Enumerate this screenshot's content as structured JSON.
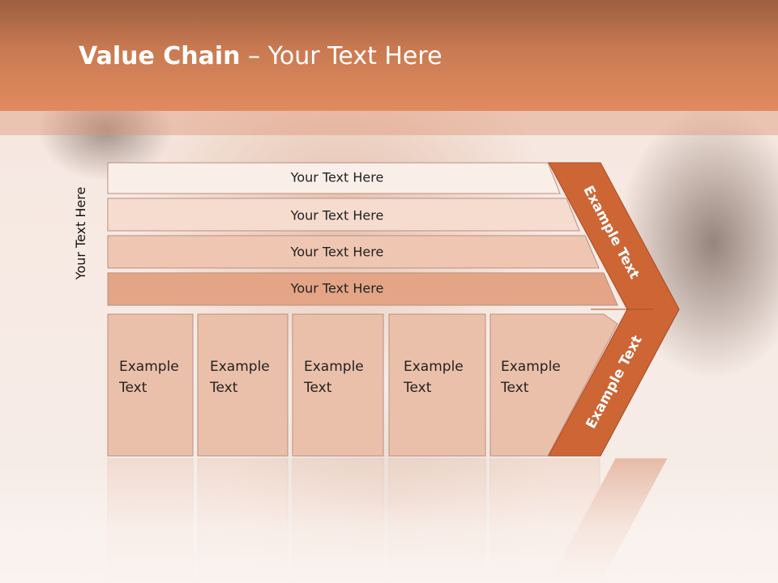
{
  "slide": {
    "title_bold": "Value Chain",
    "title_rest": " – Your Text Here",
    "side_label": "Your Text Here"
  },
  "bars": [
    {
      "label": "Your Text Here"
    },
    {
      "label": "Your Text Here"
    },
    {
      "label": "Your Text Here"
    },
    {
      "label": "Your Text Here"
    }
  ],
  "boxes": [
    {
      "line1": "Example",
      "line2": "Text"
    },
    {
      "line1": "Example",
      "line2": "Text"
    },
    {
      "line1": "Example",
      "line2": "Text"
    },
    {
      "line1": "Example",
      "line2": "Text"
    },
    {
      "line1": "Example",
      "line2": "Text"
    }
  ],
  "chevron": {
    "upper_label": "Example Text",
    "lower_label": "Example Text"
  },
  "colors": {
    "accent": "#cd6535",
    "title_bar": "#e08b5e"
  }
}
